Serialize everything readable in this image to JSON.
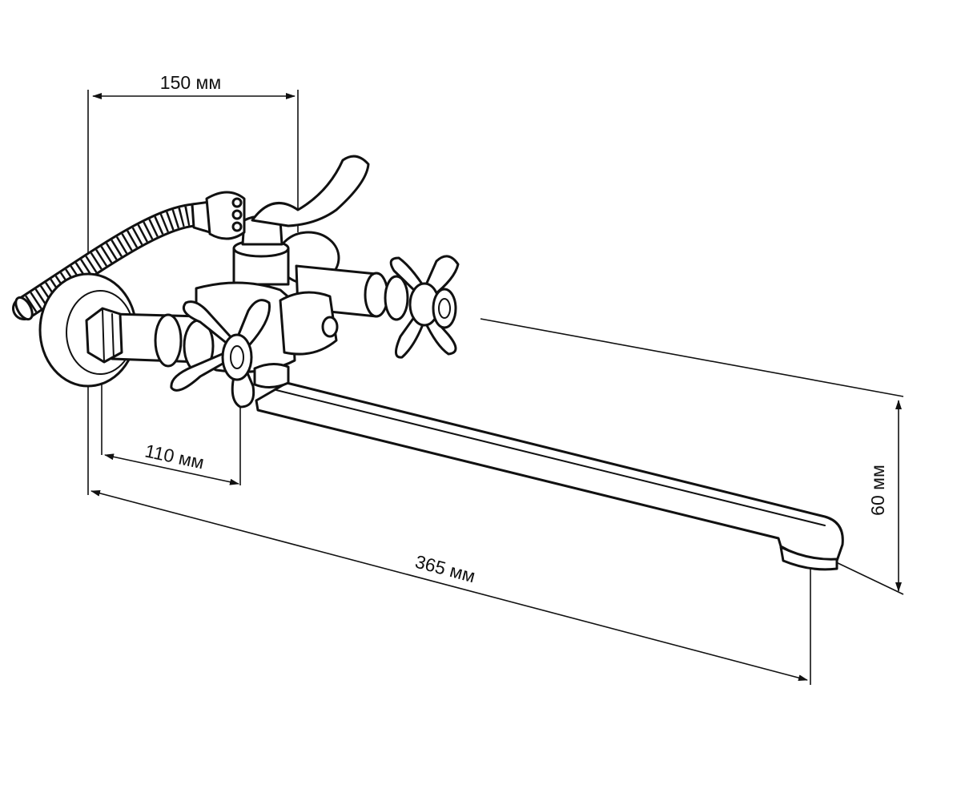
{
  "dimensions": {
    "top_width": "150 мм",
    "inner_width": "110 мм",
    "total_length": "365 мм",
    "spout_height": "60 мм"
  },
  "colors": {
    "line": "#111111",
    "background": "#ffffff"
  }
}
